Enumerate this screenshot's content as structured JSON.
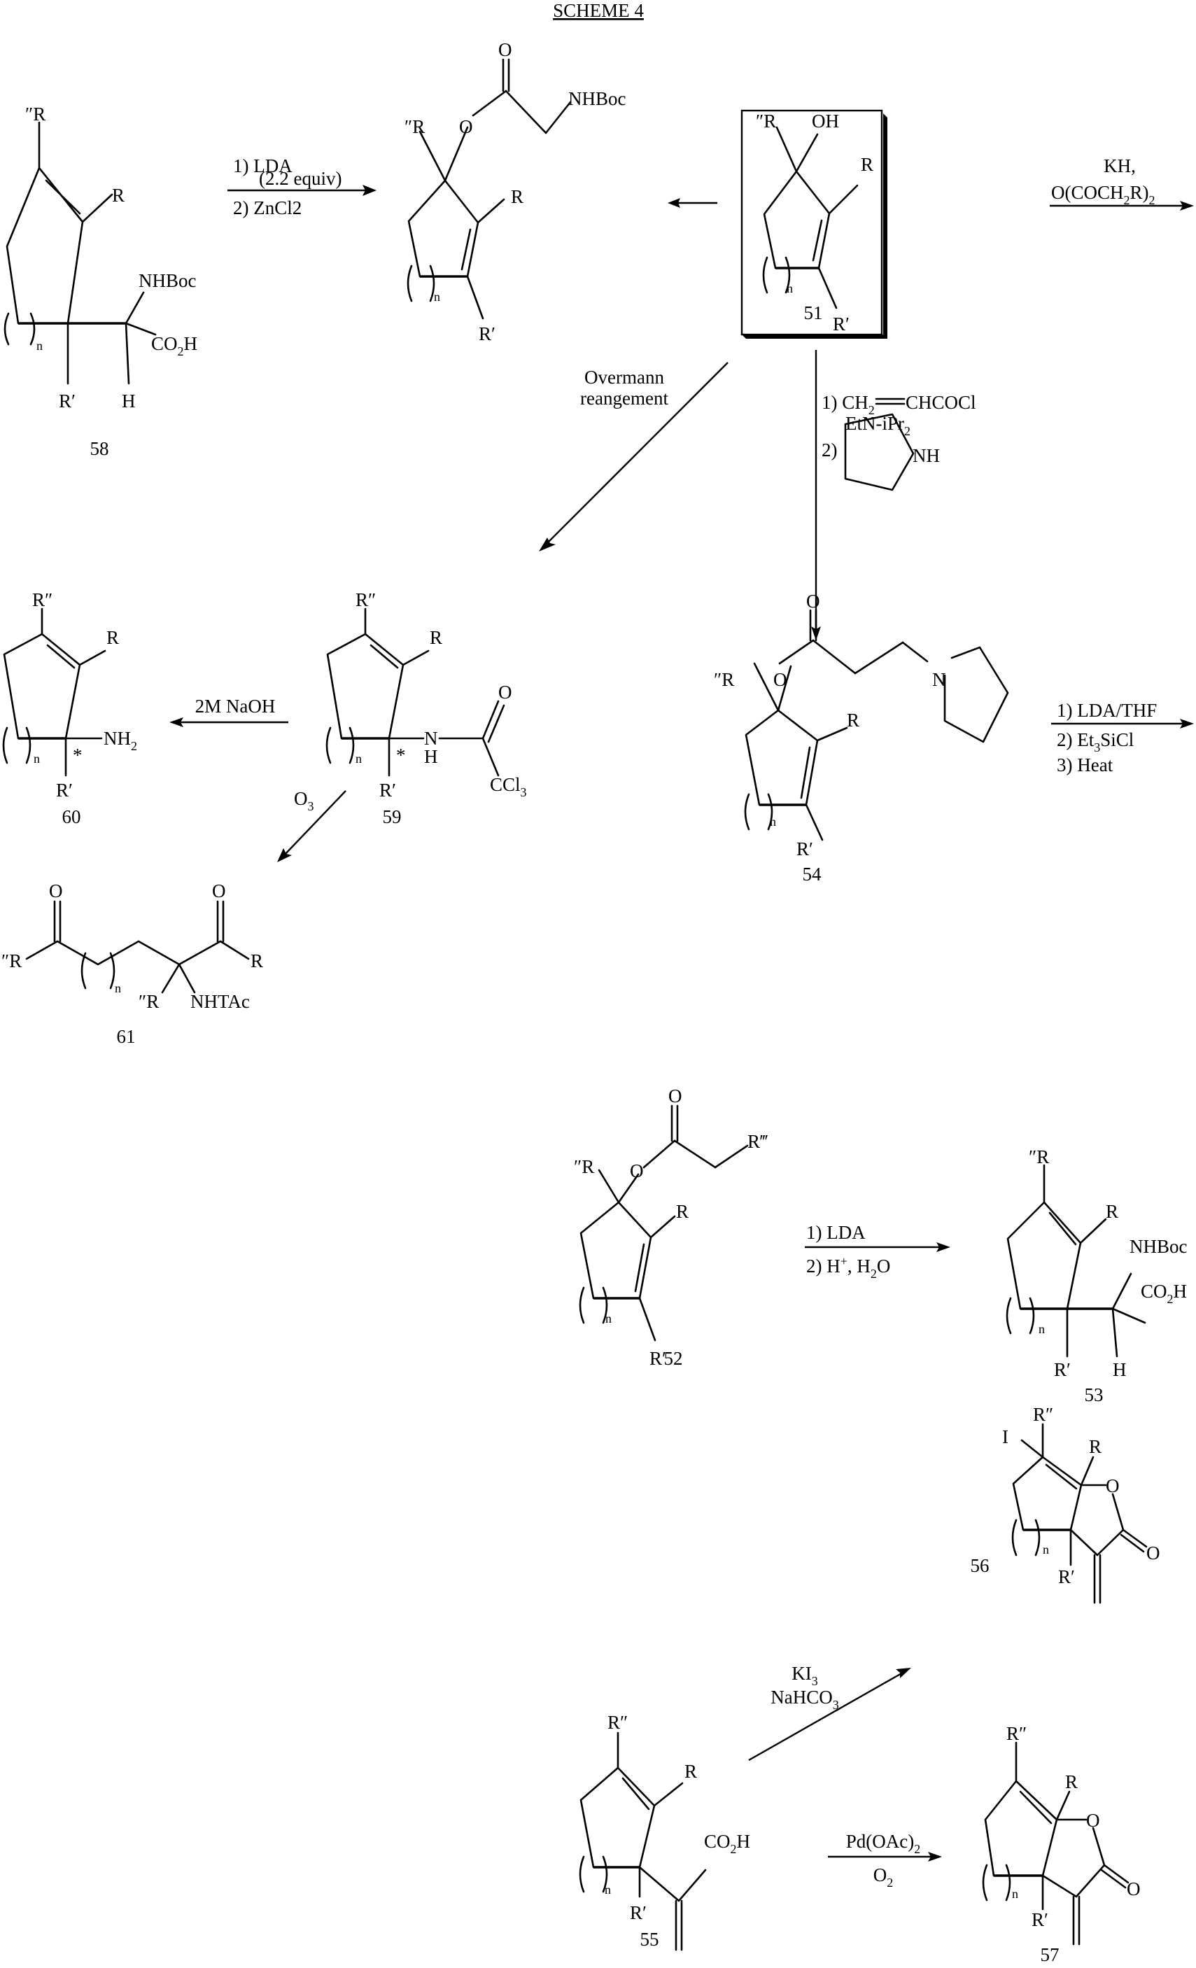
{
  "title": "SCHEME 4",
  "compounds": {
    "c58": {
      "id": "58",
      "labels": {
        "r2": "″R",
        "r": "R",
        "r1": "R′",
        "nhboc": "NHBoc",
        "co2h": "CO",
        "co2h_sub": "2",
        "co2h_tail": "H",
        "h": "H",
        "n": "n"
      }
    },
    "c_ester_boc": {
      "labels": {
        "r2": "″R",
        "o_ester": "O",
        "o_carbonyl": "O",
        "nhboc": "NHBoc",
        "r": "R",
        "r1": "R′",
        "n": "n"
      }
    },
    "c51": {
      "id": "51",
      "labels": {
        "r2": "″R",
        "oh": "OH",
        "r": "R",
        "r1": "R′",
        "n": "n"
      }
    },
    "c54": {
      "id": "54",
      "labels": {
        "r2": "″R",
        "o_ester": "O",
        "o_carbonyl": "O",
        "n_pyrrolidine": "N",
        "r": "R",
        "r1": "R′",
        "n": "n"
      }
    },
    "c60": {
      "id": "60",
      "labels": {
        "r2": "R″",
        "r": "R",
        "nh2": "NH",
        "nh2_sub": "2",
        "star": "*",
        "r1": "R′",
        "n": "n"
      }
    },
    "c59": {
      "id": "59",
      "labels": {
        "r2": "R″",
        "r": "R",
        "nh_n": "N",
        "nh_h": "H",
        "o": "O",
        "ccl3": "CCl",
        "ccl3_sub": "3",
        "star": "*",
        "r1": "R′",
        "n": "n"
      }
    },
    "c61": {
      "id": "61",
      "labels": {
        "o1": "O",
        "o2": "O",
        "r2_left": "″R",
        "r": "R",
        "r2_mid": "″R",
        "nhtac": "NHTAc",
        "n": "n"
      }
    },
    "c52": {
      "id": "52",
      "labels": {
        "o_carbonyl": "O",
        "r3": "R‴",
        "r2": "″R",
        "o_ester": "O",
        "r": "R",
        "r1": "R′",
        "n": "n"
      }
    },
    "c53": {
      "id": "53",
      "labels": {
        "r2": "″R",
        "r": "R",
        "nhboc": "NHBoc",
        "co2h": "CO",
        "co2h_sub": "2",
        "co2h_tail": "H",
        "r1": "R′",
        "h": "H",
        "n": "n"
      }
    },
    "c56": {
      "id": "56",
      "labels": {
        "r2": "R″",
        "i": "I",
        "r": "R",
        "o_ring": "O",
        "o_carbonyl": "O",
        "r1": "R′",
        "n": "n"
      }
    },
    "c55": {
      "id": "55",
      "labels": {
        "r2": "R″",
        "r": "R",
        "co2h": "CO",
        "co2h_sub": "2",
        "co2h_tail": "H",
        "r1": "R′",
        "n": "n"
      }
    },
    "c57": {
      "id": "57",
      "labels": {
        "r2": "R″",
        "r": "R",
        "o_ring": "O",
        "o_carbonyl": "O",
        "r1": "R′",
        "n": "n"
      }
    }
  },
  "reactions": {
    "r58_to_ester": {
      "step1": "1)  LDA",
      "step1b": "(2.2 equiv)",
      "step2": "2)  ZnCl2"
    },
    "r51_right": {
      "line1": "KH,",
      "line2a": "O(COCH",
      "line2_sub1": "2",
      "line2b": "R)",
      "line2_sub2": "2"
    },
    "r51_overmann": {
      "line1": "Overmann",
      "line2": "reangement"
    },
    "r51_to_54": {
      "step1a": "1)  CH",
      "step1_sub": "2",
      "step1b": "CHCOCl",
      "step1c": "EtN-iPr",
      "step1c_sub": "2",
      "step2": "2)",
      "nh": "NH"
    },
    "r54_right": {
      "step1": "1)  LDA/THF",
      "step2a": "2)  Et",
      "step2_sub": "3",
      "step2b": "SiCl",
      "step3": "3)  Heat"
    },
    "r59_to_60": {
      "label": "2M NaOH"
    },
    "r59_to_61": {
      "label": "O",
      "label_sub": "3"
    },
    "r52_to_53": {
      "step1": "1)  LDA",
      "step2a": "2)  H",
      "step2_sup": "+",
      "step2b": ", H",
      "step2_sub": "2",
      "step2c": "O"
    },
    "r55_to_56": {
      "line1": "KI",
      "line1_sub": "3",
      "line2": "NaHCO",
      "line2_sub": "3"
    },
    "r55_to_57": {
      "line1": "Pd(OAc)",
      "line1_sub": "2",
      "line2": "O",
      "line2_sub": "2"
    }
  }
}
